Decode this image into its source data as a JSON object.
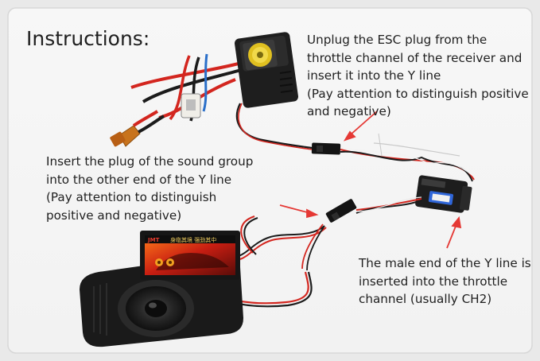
{
  "title": "Instructions:",
  "step_esc": {
    "lines": [
      "Unplug the ESC plug from the",
      "throttle channel of the receiver and",
      "insert it into the Y line",
      "(Pay attention to distinguish positive",
      "and negative)"
    ]
  },
  "step_sound": {
    "lines": [
      "Insert the plug of the sound group",
      "into the other end of the Y line",
      "(Pay attention to distinguish",
      "positive and negative)"
    ]
  },
  "step_male": {
    "lines": [
      "The male end of the Y line is",
      "inserted into the throttle",
      "channel (usually CH2)"
    ]
  },
  "sound_module_label": {
    "brand": "JMT",
    "text": "身临其境 强劲其中"
  },
  "colors": {
    "arrow": "#e53935",
    "background": "#ffffff",
    "wire_red": "#d3261f",
    "wire_black": "#1b1b1b",
    "panel_border": "#d7d7d7"
  }
}
